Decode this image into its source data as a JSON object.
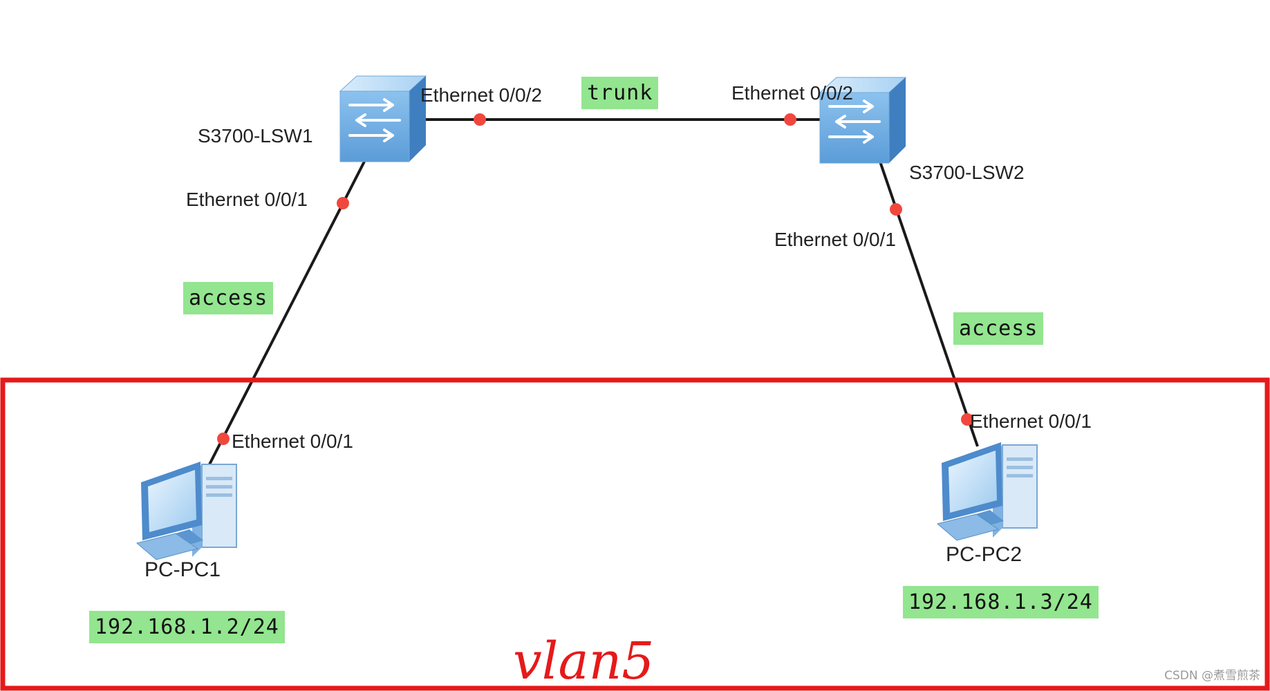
{
  "devices": {
    "sw1": {
      "name": "S3700-LSW1",
      "icon": "switch-icon"
    },
    "sw2": {
      "name": "S3700-LSW2",
      "icon": "switch-icon"
    },
    "pc1": {
      "name": "PC-PC1",
      "ip": "192.168.1.2/24",
      "icon": "pc-icon"
    },
    "pc2": {
      "name": "PC-PC2",
      "ip": "192.168.1.3/24",
      "icon": "pc-icon"
    }
  },
  "links": {
    "trunk": {
      "mode": "trunk",
      "port_a": "Ethernet 0/0/2",
      "port_b": "Ethernet 0/0/2"
    },
    "sw1_pc1": {
      "mode": "access",
      "port_switch": "Ethernet 0/0/1",
      "port_pc": "Ethernet 0/0/1"
    },
    "sw2_pc2": {
      "mode": "access",
      "port_switch": "Ethernet 0/0/1",
      "port_pc": "Ethernet 0/0/1"
    }
  },
  "vlan_box": {
    "label": "vlan5",
    "color": "#e51a1a"
  },
  "colors": {
    "port_dot": "#f0483e",
    "tag_bg": "#93e58f",
    "link": "#1a1a1a"
  },
  "watermark": "CSDN @煮雪煎茶"
}
